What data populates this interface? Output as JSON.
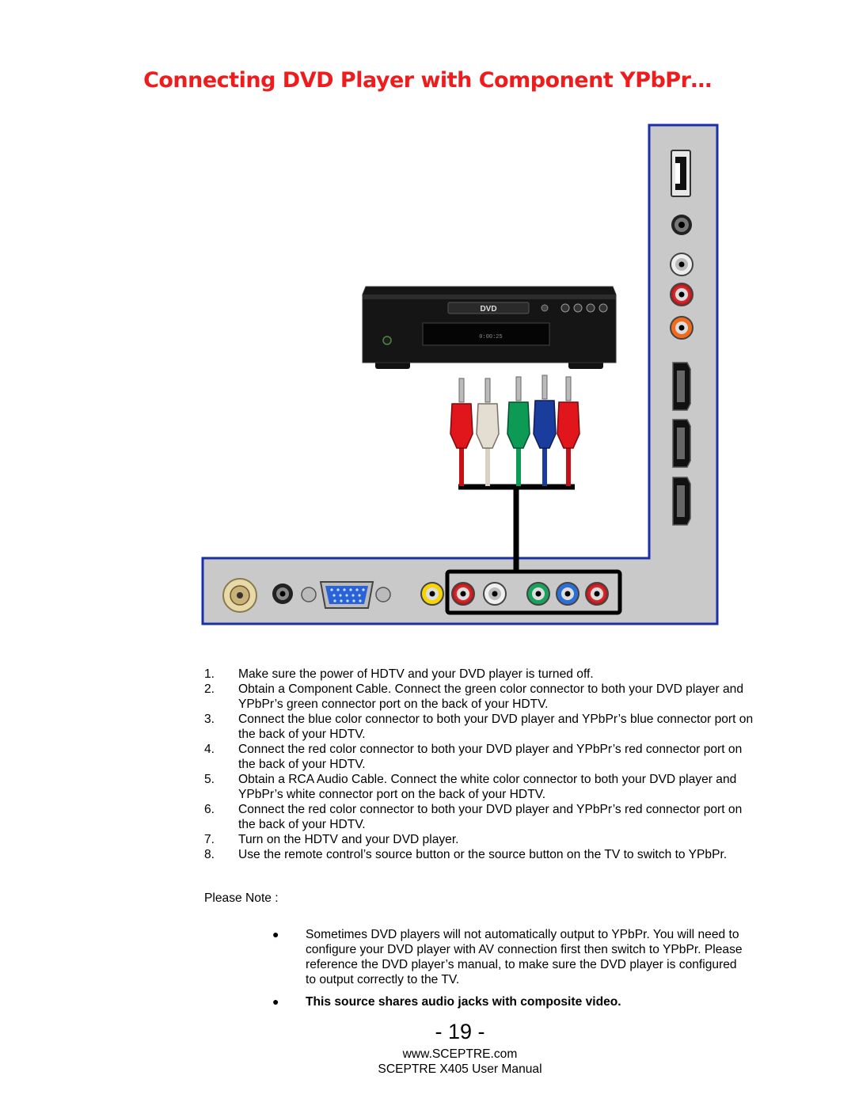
{
  "title": "Connecting DVD Player with Component YPbPr…",
  "dvd_label": "DVD",
  "dvd_display": "0:00:25",
  "steps": [
    {
      "num": "1.",
      "text": "Make sure the power of HDTV and your DVD player is turned off."
    },
    {
      "num": "2.",
      "text": "Obtain a Component Cable. Connect the green color connector to both your DVD player and YPbPr’s green connector port on the back of your HDTV."
    },
    {
      "num": "3.",
      "text": "Connect the blue color connector to both your DVD player and YPbPr’s blue connector port on the back of your HDTV."
    },
    {
      "num": "4.",
      "text": "Connect the red color connector to both your DVD player and YPbPr’s red connector port on the back of your HDTV."
    },
    {
      "num": "5.",
      "text": "Obtain a RCA Audio Cable.  Connect the white color connector to both your DVD player and YPbPr’s white connector port on the back of your HDTV."
    },
    {
      "num": "6.",
      "text": "Connect the red color connector to both your DVD player and YPbPr’s red connector port on the back of your HDTV."
    },
    {
      "num": "7.",
      "text": "Turn on the HDTV and your DVD player."
    },
    {
      "num": "8.",
      "text": "Use the remote control’s source button or the source button on the TV to switch to YPbPr."
    }
  ],
  "note_label": "Please Note :",
  "notes": [
    {
      "text": "Sometimes DVD players will not automatically output to YPbPr.  You will need to configure your DVD player with AV connection first then switch to YPbPr.  Please reference the DVD player’s manual, to make sure the DVD player is configured to output correctly to the TV."
    },
    {
      "text": "This source shares audio jacks with composite video."
    }
  ],
  "page_number": "- 19 -",
  "footer": {
    "website": "www.SCEPTRE.com",
    "manual": "SCEPTRE X405 User Manual"
  },
  "colors": {
    "title": "#ee1c1c",
    "panel": "#c8c8c8",
    "panel_border": "#1a2fa8",
    "red": "#e0161c",
    "green": "#0c9a55",
    "blue": "#1a3c9c",
    "white": "#e4ddd2",
    "yellow": "#f5d400"
  }
}
